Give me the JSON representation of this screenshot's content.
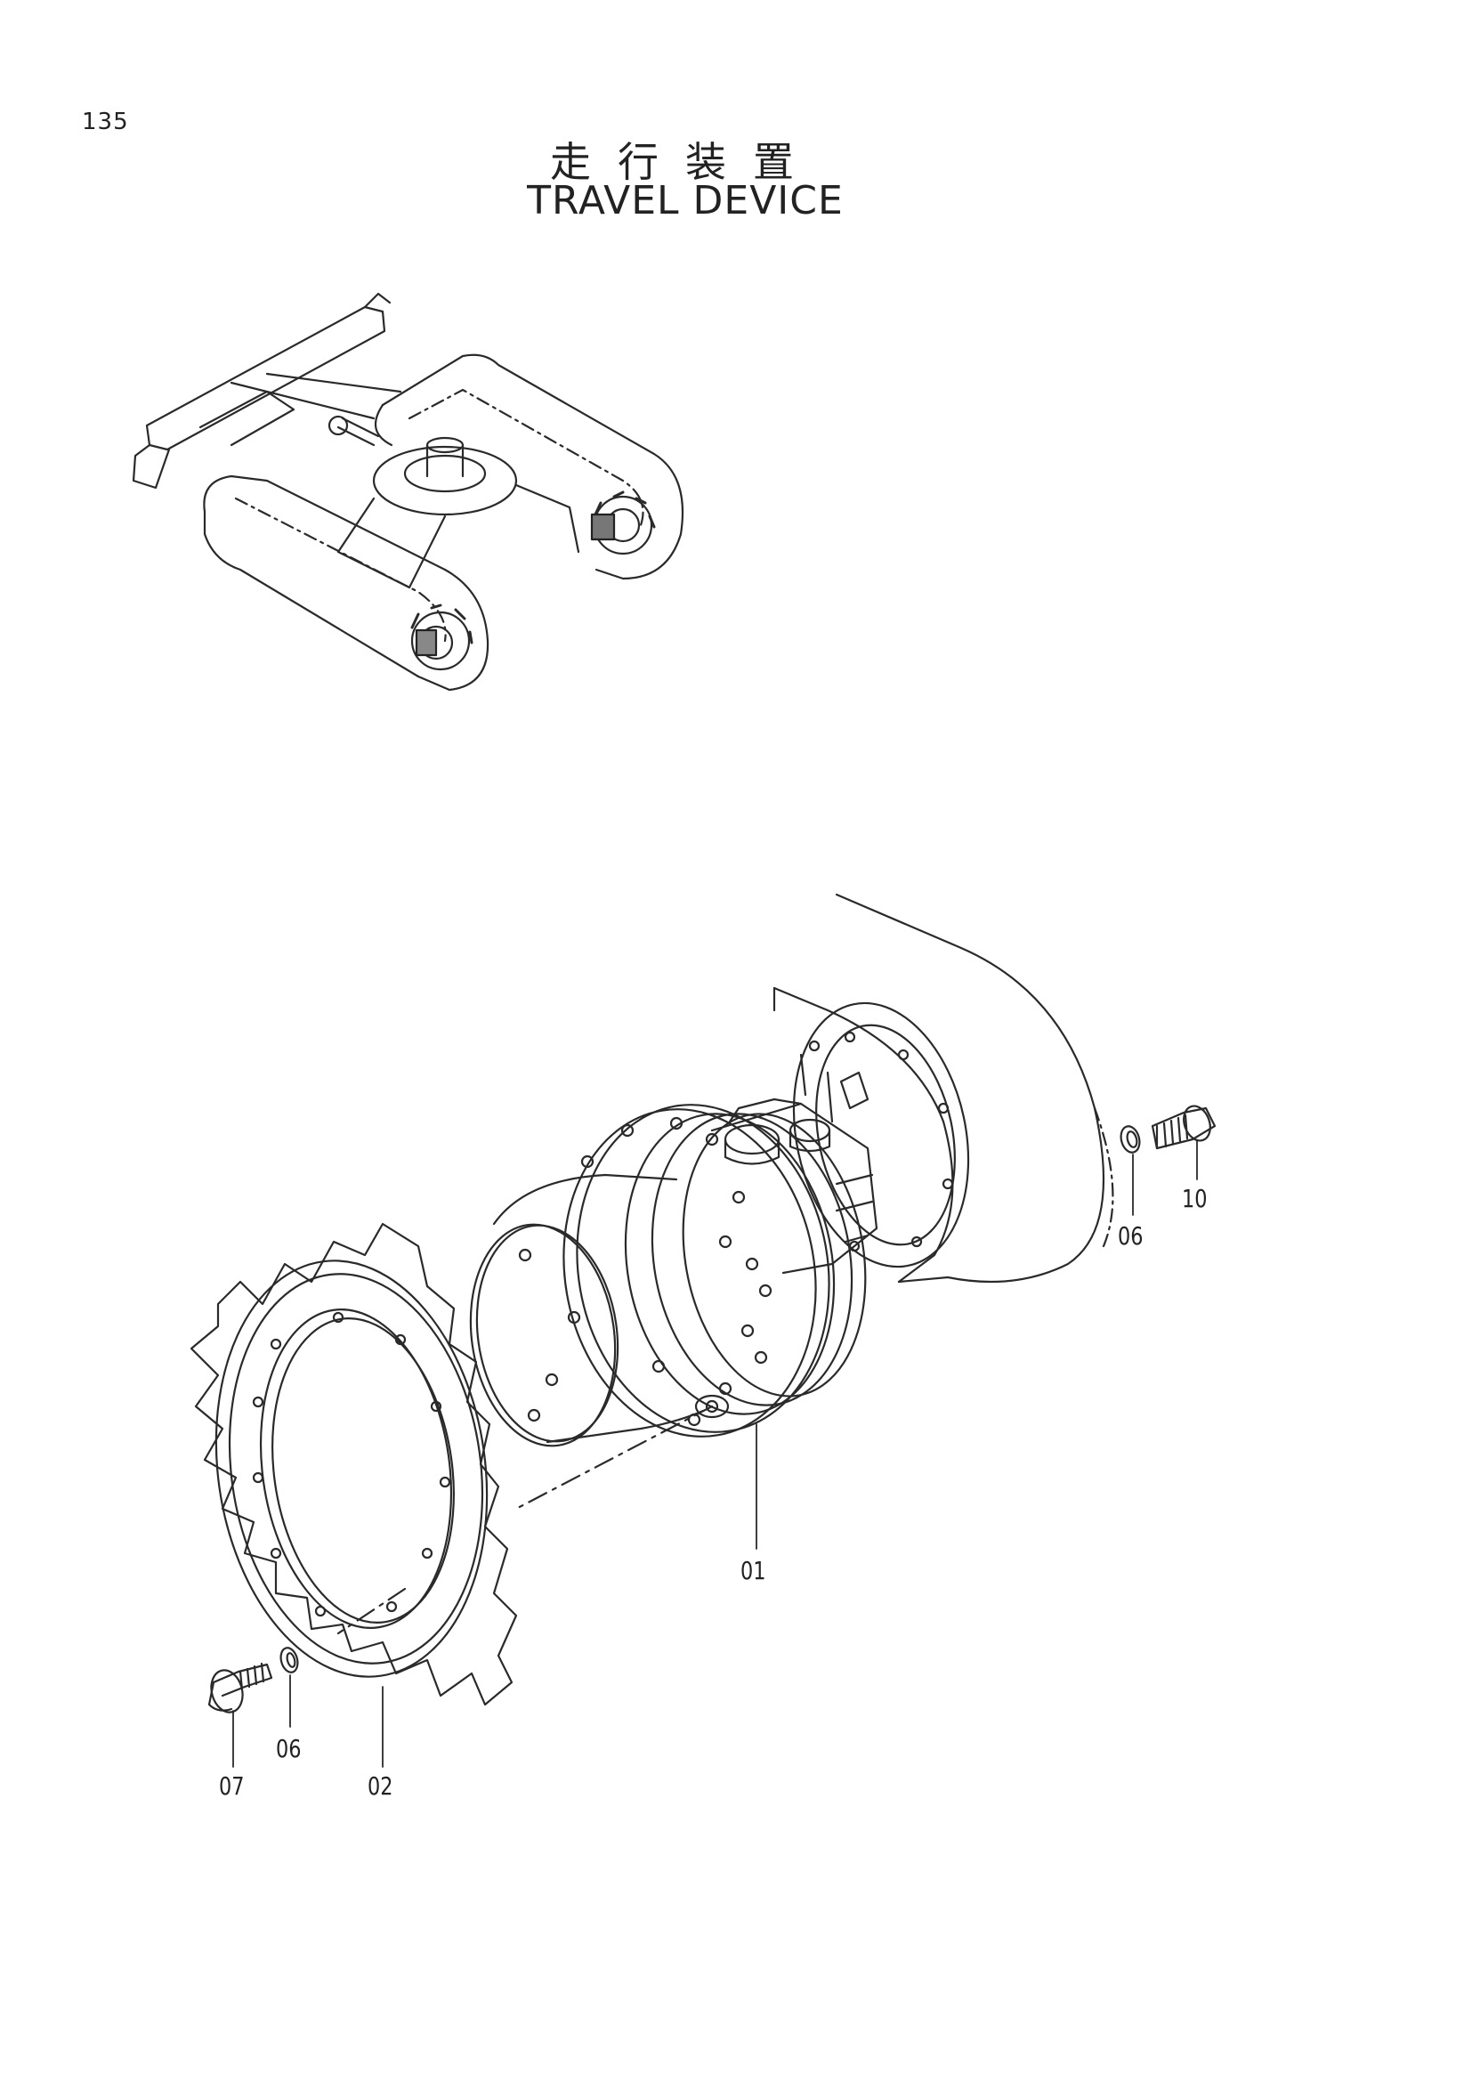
{
  "page": {
    "number": "135"
  },
  "title": {
    "japanese": "走行装置",
    "english": "TRAVEL DEVICE"
  },
  "callouts": [
    {
      "id": "travel-motor",
      "label": "01"
    },
    {
      "id": "sprocket",
      "label": "02"
    },
    {
      "id": "washer-motor-side",
      "label": "06"
    },
    {
      "id": "bolt-motor-side",
      "label": "10"
    },
    {
      "id": "washer-sprocket-side",
      "label": "06"
    },
    {
      "id": "bolt-sprocket-side",
      "label": "07"
    }
  ]
}
